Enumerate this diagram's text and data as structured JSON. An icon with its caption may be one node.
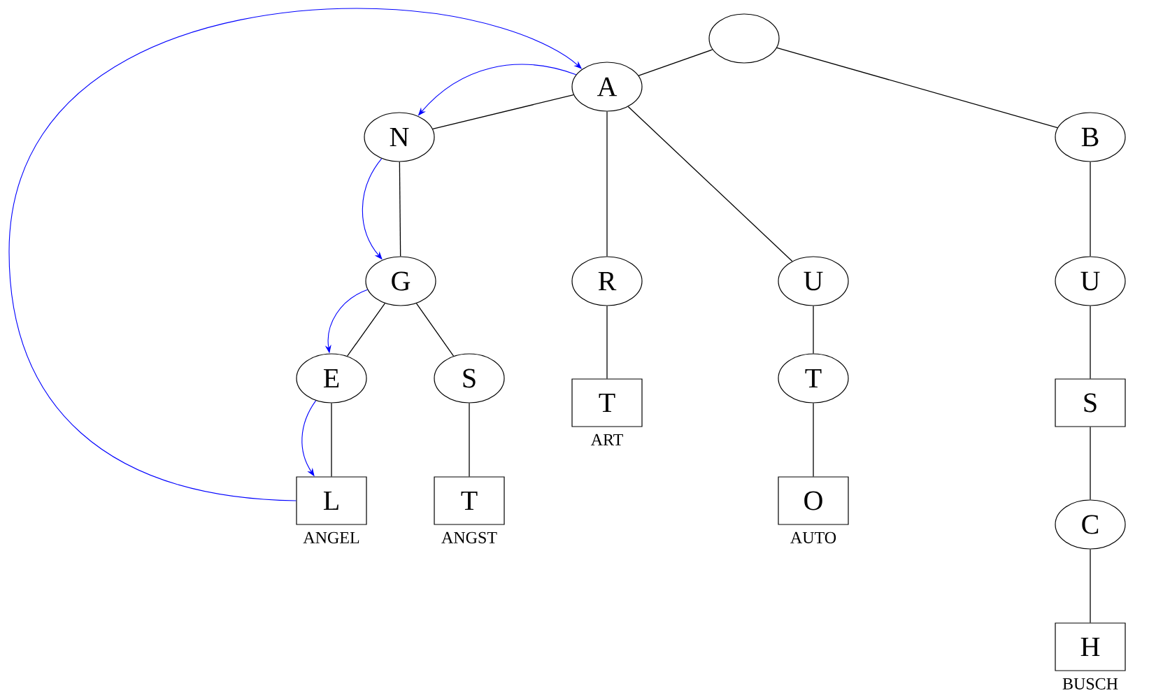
{
  "diagram": {
    "nodes": [
      {
        "text": [],
        "shape": "circle"
      },
      {
        "text": [
          "A"
        ]
      },
      {
        "text": [
          "N"
        ]
      },
      {
        "text": [
          "G"
        ]
      },
      {
        "text": [
          "E"
        ]
      },
      {
        "text": [
          "L"
        ],
        "beside": [
          "ANGEL"
        ]
      },
      {
        "text": [
          "S"
        ]
      },
      {
        "text": [
          "T"
        ],
        "beside": [
          "ANGST"
        ]
      },
      {
        "text": [
          "R"
        ]
      },
      {
        "text": [
          "T"
        ],
        "beside": [
          "ART"
        ]
      },
      {
        "text": [
          "U"
        ]
      },
      {
        "text": [
          "T"
        ]
      },
      {
        "text": [
          "O"
        ],
        "beside": [
          "AUTO"
        ]
      },
      {
        "text": [
          "B"
        ]
      },
      {
        "text": [
          "U"
        ]
      },
      {
        "text": [
          "S"
        ]
      },
      {
        "text": [
          "C"
        ]
      },
      {
        "text": [
          "H"
        ],
        "beside": [
          "BUSCH"
        ]
      }
    ],
    "edges": [
      {
        "from": 0,
        "to": 1,
        "arrow": "none"
      },
      {
        "from": 0,
        "to": 13,
        "arrow": "none"
      },
      {
        "from": 1,
        "to": 2,
        "arrow": "none"
      },
      {
        "from": 1,
        "to": 8,
        "arrow": "none"
      },
      {
        "from": 1,
        "to": 10,
        "arrow": "none"
      },
      {
        "from": 2,
        "to": 3,
        "arrow": "none"
      },
      {
        "from": 3,
        "to": 4,
        "arrow": "none"
      },
      {
        "from": 3,
        "to": 6,
        "arrow": "none"
      },
      {
        "from": 4,
        "to": 5,
        "arrow": "none"
      },
      {
        "from": 6,
        "to": 7,
        "arrow": "none"
      },
      {
        "from": 8,
        "to": 9,
        "arrow": "none"
      },
      {
        "from": 10,
        "to": 11,
        "arrow": "none"
      },
      {
        "from": 11,
        "to": 12,
        "arrow": "none"
      },
      {
        "from": 13,
        "to": 14,
        "arrow": "none"
      },
      {
        "from": 14,
        "to": 15,
        "arrow": "none"
      },
      {
        "from": 15,
        "to": 16,
        "arrow": "none"
      },
      {
        "from": 16,
        "to": 17,
        "arrow": "none"
      },
      {
        "from": 1,
        "to": 2,
        "arrow": "to",
        "color": "#0000ff"
      },
      {
        "from": 2,
        "to": 3,
        "arrow": "to",
        "color": "#0000ff"
      },
      {
        "from": 3,
        "to": 4,
        "arrow": "to",
        "color": "#0000ff"
      },
      {
        "from": 4,
        "to": 5,
        "arrow": "to",
        "color": "#0000ff"
      },
      {
        "from": 5,
        "to": 1,
        "arrow": "to",
        "color": "#0000ff"
      }
    ]
  }
}
